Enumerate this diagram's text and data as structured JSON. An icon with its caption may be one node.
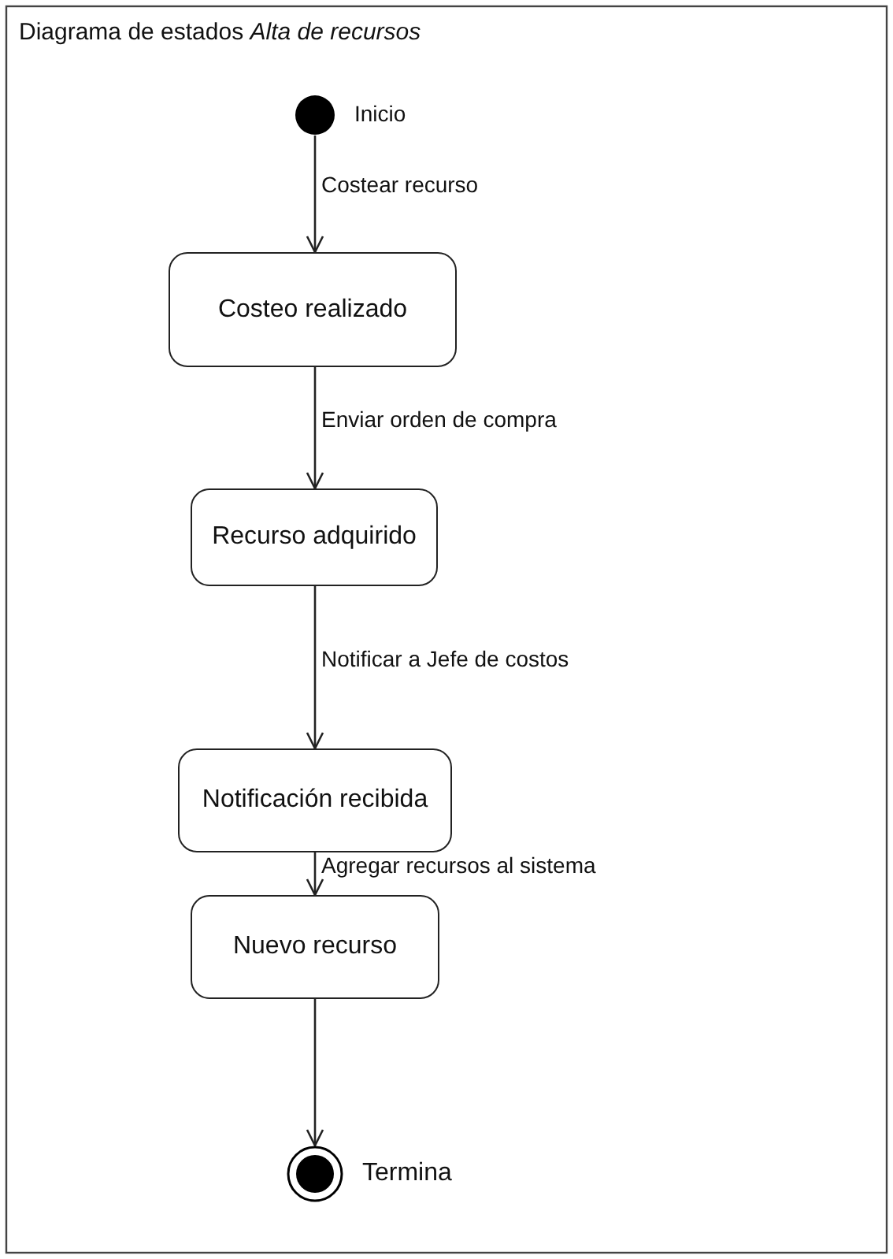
{
  "diagram": {
    "title": "Diagrama de estados *Alta de recursos*",
    "nodes": [
      {
        "text": [],
        "shape": "circle",
        "beside": [
          "Inicio"
        ]
      },
      {
        "text": [
          "Costeo realizado"
        ]
      },
      {
        "text": [
          "Recurso adquirido"
        ]
      },
      {
        "text": [
          "Notificación recibida"
        ]
      },
      {
        "text": [
          "Nuevo recurso"
        ]
      },
      {
        "text": [],
        "shape": "bullseye",
        "beside": [
          "Termina"
        ]
      }
    ],
    "edges": [
      {
        "from": 0,
        "to": 1,
        "arrow": "to",
        "label": "Costear recurso"
      },
      {
        "from": 1,
        "to": 2,
        "arrow": "to",
        "label": "Enviar orden de compra"
      },
      {
        "from": 2,
        "to": 3,
        "arrow": "to",
        "label": "Notificar a Jefe de costos"
      },
      {
        "from": 3,
        "to": 4,
        "arrow": "to",
        "label": "Agregar recursos al sistema"
      },
      {
        "from": 4,
        "to": 5,
        "arrow": "to"
      }
    ]
  }
}
